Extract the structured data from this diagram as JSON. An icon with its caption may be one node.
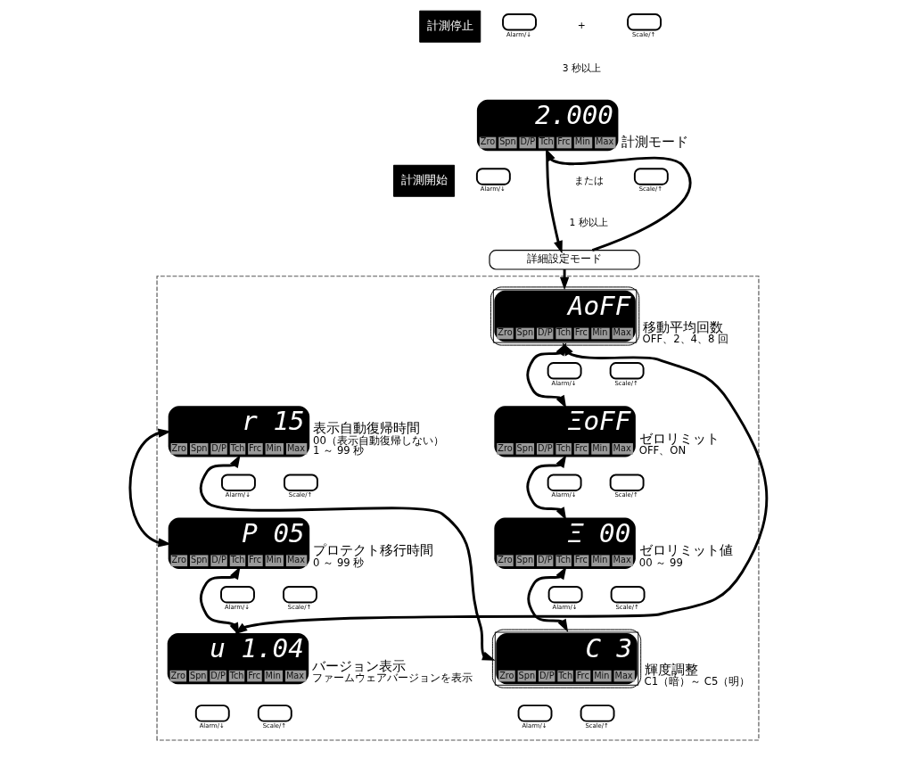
{
  "diagram": {
    "nodes": [
      {
        "text": [
          "2.000",
          "Zro Spn D/P Tch Frc Min Max"
        ],
        "beside": [
          "計測モード"
        ]
      },
      {
        "text": [
          "計測停止"
        ]
      },
      {
        "text": [
          "計測開始"
        ]
      },
      {
        "text": [
          "詳細設定モード"
        ]
      },
      {
        "text": [],
        "shape": "box"
      },
      {
        "text": [
          "AoFF",
          "Zro Spn D/P Tch Frc Min Max"
        ],
        "in": 4,
        "beside": [
          "移動平均回数",
          "OFF、2、4、8 回"
        ]
      },
      {
        "text": [
          "r 15",
          "Zro Spn D/P Tch Frc Min Max"
        ],
        "in": 4,
        "beside": [
          "表示自動復帰時間",
          "00（表示自動復帰しない）",
          "1 ～ 99 秒"
        ]
      },
      {
        "text": [
          "ΞoFF",
          "Zro Spn D/P Tch Frc Min Max"
        ],
        "in": 4,
        "beside": [
          "ゼロリミット",
          "OFF、ON"
        ]
      },
      {
        "text": [
          "P 05",
          "Zro Spn D/P Tch Frc Min Max"
        ],
        "in": 4,
        "beside": [
          "プロテクト移行時間",
          "0 ～ 99 秒"
        ]
      },
      {
        "text": [
          "Ξ 00",
          "Zro Spn D/P Tch Frc Min Max"
        ],
        "in": 4,
        "beside": [
          "ゼロリミット値",
          "00 ～ 99"
        ]
      },
      {
        "text": [
          "u 1.04",
          "Zro Spn D/P Tch Frc Min Max"
        ],
        "in": 4,
        "beside": [
          "バージョン表示",
          "ファームウェアバージョンを表示"
        ]
      },
      {
        "text": [
          "C 3",
          "Zro Spn D/P Tch Frc Min Max"
        ],
        "in": 4,
        "beside": [
          "輝度調整",
          "C1（暗）～ C5（明）"
        ]
      }
    ],
    "edges": [
      {
        "from": 0,
        "to": 3,
        "arrow": "to"
      },
      {
        "from": 3,
        "to": 0,
        "arrow": "to"
      },
      {
        "from": 3,
        "to": 5,
        "arrow": "to"
      },
      {
        "from": 5,
        "to": 7,
        "arrow": "both"
      },
      {
        "from": 7,
        "to": 9,
        "arrow": "both"
      },
      {
        "from": 9,
        "to": 11,
        "arrow": "both"
      },
      {
        "from": 6,
        "to": 11,
        "arrow": "both"
      },
      {
        "from": 6,
        "to": 8,
        "arrow": "both"
      },
      {
        "from": 8,
        "to": 10,
        "arrow": "both"
      },
      {
        "from": 10,
        "to": 5,
        "arrow": "both"
      }
    ],
    "labels": [
      "Alarm/↓",
      "+",
      "Scale/↑",
      "3 秒以上",
      "Alarm/↓",
      "または",
      "Scale/↑",
      "1 秒以上",
      "Alarm/↓",
      "Scale/↑",
      "Alarm/↓",
      "Scale/↑",
      "Alarm/↓",
      "Scale/↑",
      "Alarm/↓",
      "Scale/↑",
      "Alarm/↓",
      "Scale/↑",
      "Alarm/↓",
      "Scale/↑",
      "Alarm/↓",
      "Scale/↑"
    ]
  }
}
